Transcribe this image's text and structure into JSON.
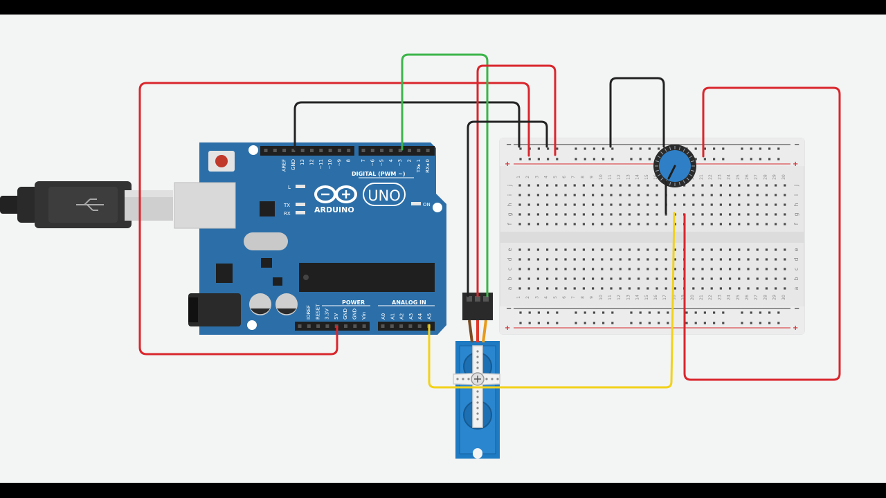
{
  "arduino": {
    "brand": "ARDUINO",
    "model": "UNO",
    "on_label": "ON",
    "led_l": "L",
    "led_tx": "TX",
    "led_rx": "RX",
    "digital_header": "DIGITAL (PWM ~)",
    "power_header": "POWER",
    "analog_header": "ANALOG IN",
    "digital_pins": [
      "AREF",
      "GND",
      "13",
      "12",
      "~11",
      "~10",
      "~9",
      "8",
      "7",
      "~6",
      "~5",
      "4",
      "~3",
      "2",
      "TX▸ 1",
      "RX◂ 0"
    ],
    "power_pins": [
      "IOREF",
      "RESET",
      "3.3V",
      "5V",
      "GND",
      "GND",
      "Vin"
    ],
    "analog_pins": [
      "A0",
      "A1",
      "A2",
      "A3",
      "A4",
      "A5"
    ]
  },
  "breadboard": {
    "columns": [
      "1",
      "2",
      "3",
      "4",
      "5",
      "6",
      "7",
      "8",
      "9",
      "10",
      "11",
      "12",
      "13",
      "14",
      "15",
      "16",
      "17",
      "18",
      "19",
      "20",
      "21",
      "22",
      "23",
      "24",
      "25",
      "26",
      "27",
      "28",
      "29",
      "30"
    ],
    "rows_top": [
      "j",
      "i",
      "h",
      "g",
      "f"
    ],
    "rows_bottom": [
      "e",
      "d",
      "c",
      "b",
      "a"
    ],
    "minus_sign": "−",
    "plus_sign": "+"
  },
  "colors": {
    "canvas": "#f3f4f4",
    "arduino_board": "#2c6fa8",
    "breadboard": "#e7e7e7",
    "wire_red": "#d9262c",
    "wire_black": "#222222",
    "wire_green": "#3bb54a",
    "wire_yellow": "#f2d219",
    "servo_blue": "#1e7ac2",
    "pot_knob": "#2f7fc6"
  }
}
